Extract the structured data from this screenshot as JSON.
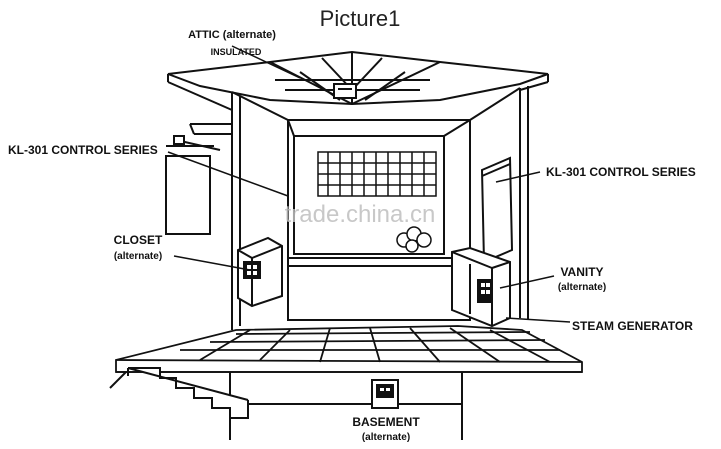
{
  "title": "Picture1",
  "watermark": "trade.china.cn",
  "labels": {
    "attic": "ATTIC (alternate)",
    "attic_sub": "INSULATED",
    "control_left": "KL-301 CONTROL SERIES",
    "control_right": "KL-301 CONTROL SERIES",
    "closet": "CLOSET",
    "closet_sub": "(alternate)",
    "vanity": "VANITY",
    "vanity_sub": "(alternate)",
    "steam_generator": "STEAM GENERATOR",
    "basement": "BASEMENT",
    "basement_sub": "(alternate)"
  }
}
